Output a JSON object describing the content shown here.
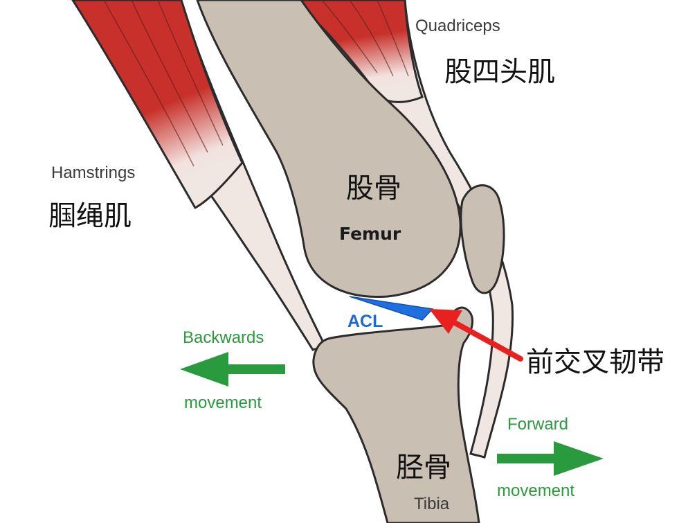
{
  "labels": {
    "quadriceps_en": "Quadriceps",
    "quadriceps_zh": "股四头肌",
    "hamstrings_en": "Hamstrings",
    "hamstrings_zh": "腘绳肌",
    "femur_zh": "股骨",
    "femur_en": "Femur",
    "acl": "ACL",
    "acl_zh": "前交叉韧带",
    "tibia_zh": "胫骨",
    "tibia_en": "Tibia",
    "backwards": "Backwards",
    "backwards_movement": "movement",
    "forward": "Forward",
    "forward_movement": "movement"
  },
  "colors": {
    "muscle": "#c8312b",
    "bone": "#c9bfb3",
    "tendon": "#f0e7e3",
    "outline": "#2b2b2b",
    "ligament": "#1f6fe0",
    "pointer_arrow": "#e8201f",
    "movement_arrow": "#2a9a3e"
  },
  "icons": {
    "backward_arrow": "arrow-left-icon",
    "forward_arrow": "arrow-right-icon",
    "pointer": "red-pointer-arrow-icon"
  }
}
